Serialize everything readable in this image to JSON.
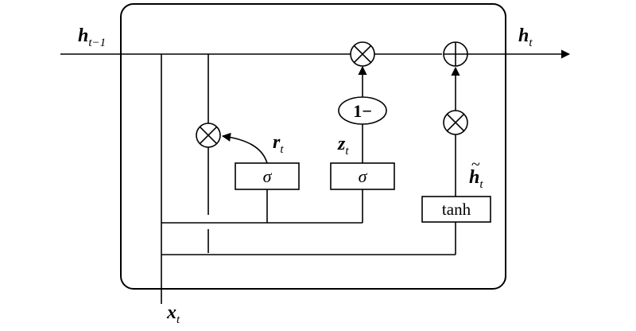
{
  "labels": {
    "h_prev": "h",
    "h_prev_sub": "t−1",
    "h_out": "h",
    "h_out_sub": "t",
    "x_in": "x",
    "x_in_sub": "t",
    "r": "r",
    "r_sub": "t",
    "z": "z",
    "z_sub": "t",
    "h_tilde": "h",
    "h_tilde_sub": "t",
    "h_tilde_accent": "~"
  },
  "gates": {
    "sigma_reset": "σ",
    "sigma_update": "σ",
    "tanh": "tanh",
    "one_minus": "1−"
  }
}
